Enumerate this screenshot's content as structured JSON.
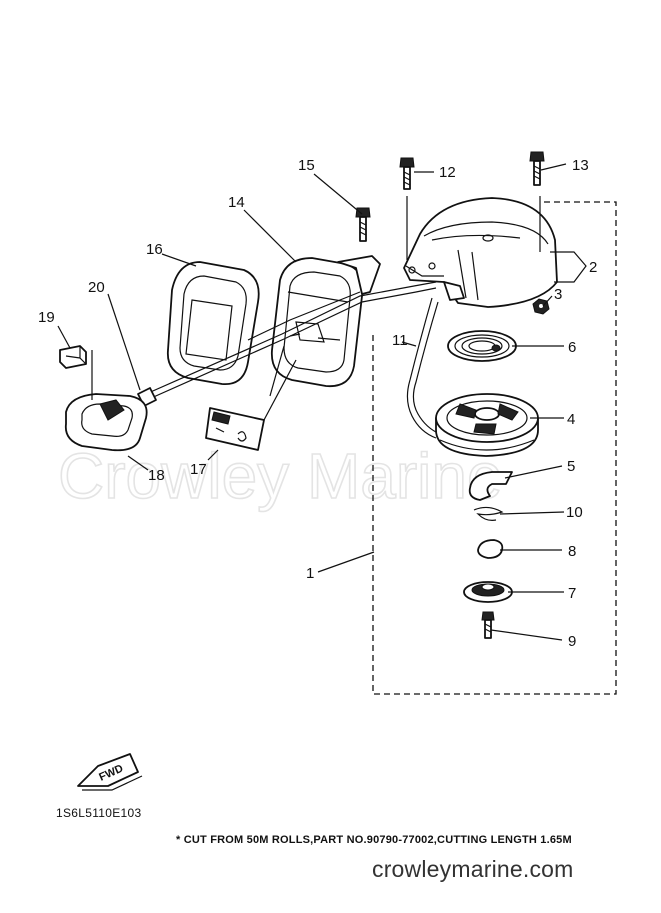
{
  "diagram": {
    "watermark": "Crowley Marine",
    "callouts": [
      "1",
      "2",
      "3",
      "4",
      "5",
      "6",
      "7",
      "8",
      "9",
      "10",
      "11",
      "12",
      "13",
      "14",
      "15",
      "16",
      "17",
      "18",
      "19",
      "20"
    ],
    "fwd_label": "FWD",
    "diagram_code": "1S6L5110E103",
    "footnote": "* CUT FROM 50M ROLLS,PART NO.90790-77002,CUTTING LENGTH 1.65M",
    "site_url": "crowleymarine.com"
  }
}
